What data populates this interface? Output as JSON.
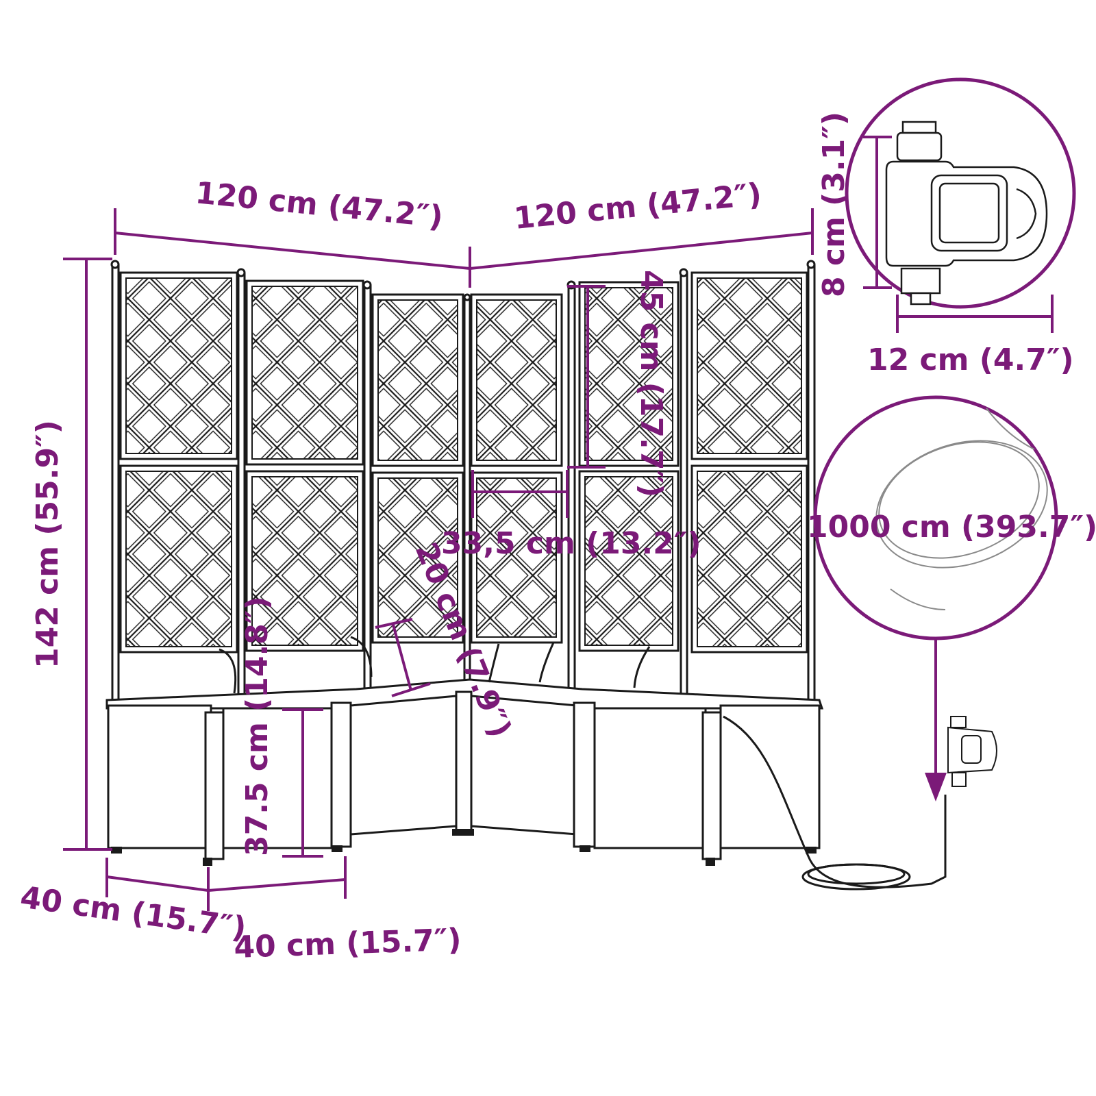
{
  "colors": {
    "dimension": "#7b1a78",
    "line_art": "#1a1a1a",
    "background": "#ffffff"
  },
  "dimensions": {
    "width_left": "120 cm (47.2″)",
    "width_right": "120 cm (47.2″)",
    "height_total": "142 cm (55.9″)",
    "trellis_panel_height": "45 cm (17.7″)",
    "trellis_panel_width": "33,5 cm (13.2″)",
    "planter_inner_depth": "20 cm (7.9″)",
    "planter_inner_height": "37.5 cm (14.8″)",
    "planter_depth_left": "40 cm (15.7″)",
    "planter_width_front": "40 cm (15.7″)",
    "timer_height": "8 cm (3.1″)",
    "timer_width": "12 cm (4.7″)",
    "hose_length": "1000 cm (393.7″)"
  },
  "icons": {
    "timer": "water-timer-icon",
    "hose": "coiled-hose-icon",
    "arrow": "arrow-down-icon"
  }
}
